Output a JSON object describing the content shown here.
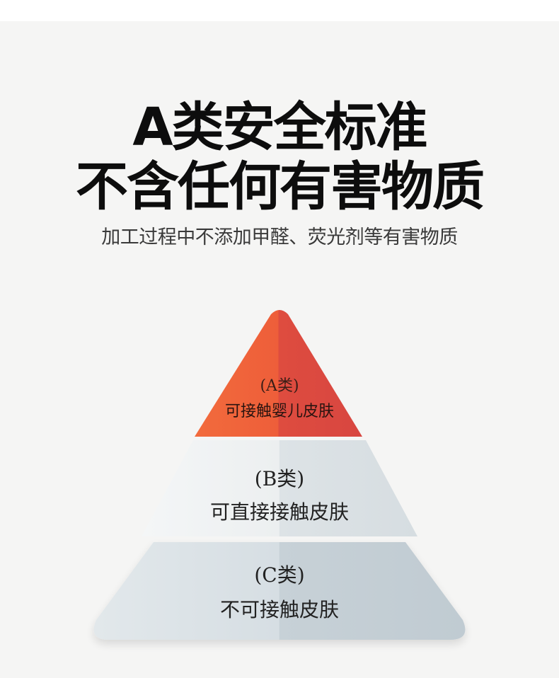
{
  "headline": {
    "line1": "A类安全标准",
    "line2": "不含任何有害物质"
  },
  "subtitle": "加工过程中不添加甲醛、荧光剂等有害物质",
  "pyramid": {
    "tiers": [
      {
        "class_label": "(A类)",
        "description": "可接触婴儿皮肤",
        "color_left": "#f0643c",
        "color_right": "#dd4a3e"
      },
      {
        "class_label": "(B类)",
        "description": "可直接接触皮肤",
        "color_left": "#eef1f2",
        "color_right": "#dde3e6"
      },
      {
        "class_label": "(C类)",
        "description": "不可接触皮肤",
        "color_left": "#dbe3e7",
        "color_right": "#c9d3d9"
      }
    ]
  }
}
